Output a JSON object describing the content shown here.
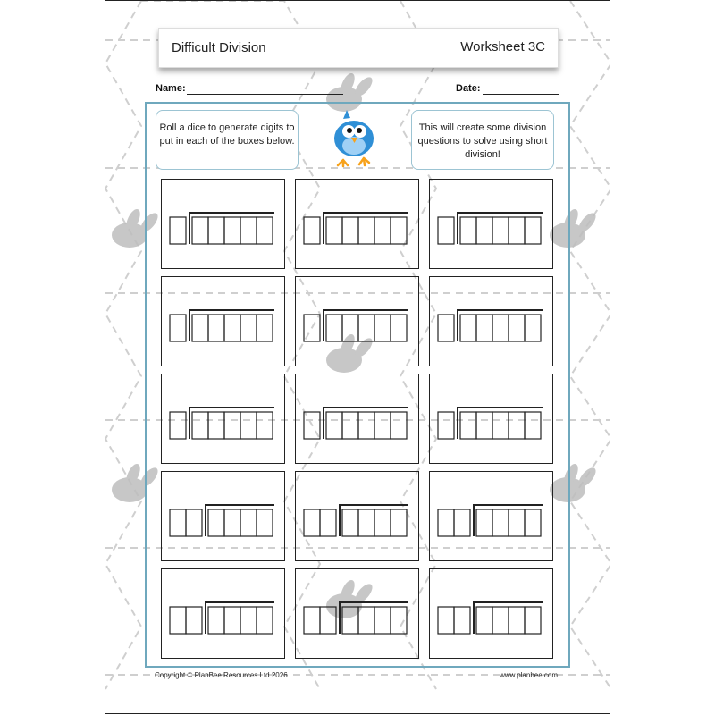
{
  "worksheet": {
    "title": "Difficult Division",
    "sheet": "Worksheet 3C"
  },
  "fields": {
    "name_label": "Name:",
    "date_label": "Date:"
  },
  "instructions": {
    "left": "Roll a dice to generate digits to put in each of the boxes below.",
    "right": "This will create some division questions to solve using short division!"
  },
  "questions": [
    {
      "divisor_boxes": 1,
      "dividend_boxes": 5
    },
    {
      "divisor_boxes": 1,
      "dividend_boxes": 5
    },
    {
      "divisor_boxes": 1,
      "dividend_boxes": 5
    },
    {
      "divisor_boxes": 1,
      "dividend_boxes": 5
    },
    {
      "divisor_boxes": 1,
      "dividend_boxes": 5
    },
    {
      "divisor_boxes": 1,
      "dividend_boxes": 5
    },
    {
      "divisor_boxes": 1,
      "dividend_boxes": 5
    },
    {
      "divisor_boxes": 1,
      "dividend_boxes": 5
    },
    {
      "divisor_boxes": 1,
      "dividend_boxes": 5
    },
    {
      "divisor_boxes": 2,
      "dividend_boxes": 4
    },
    {
      "divisor_boxes": 2,
      "dividend_boxes": 4
    },
    {
      "divisor_boxes": 2,
      "dividend_boxes": 4
    },
    {
      "divisor_boxes": 2,
      "dividend_boxes": 4
    },
    {
      "divisor_boxes": 2,
      "dividend_boxes": 4
    },
    {
      "divisor_boxes": 2,
      "dividend_boxes": 4
    }
  ],
  "footer": {
    "copyright": "Copyright © PlanBee Resources Ltd 2026",
    "website": "www.planbee.com"
  },
  "colors": {
    "frame": "#6fa8bd",
    "bird_blue": "#2f8fd6",
    "watermark": "#c8c8c8"
  },
  "icons": [
    "bird-mascot-icon",
    "bee-watermark-icon"
  ]
}
